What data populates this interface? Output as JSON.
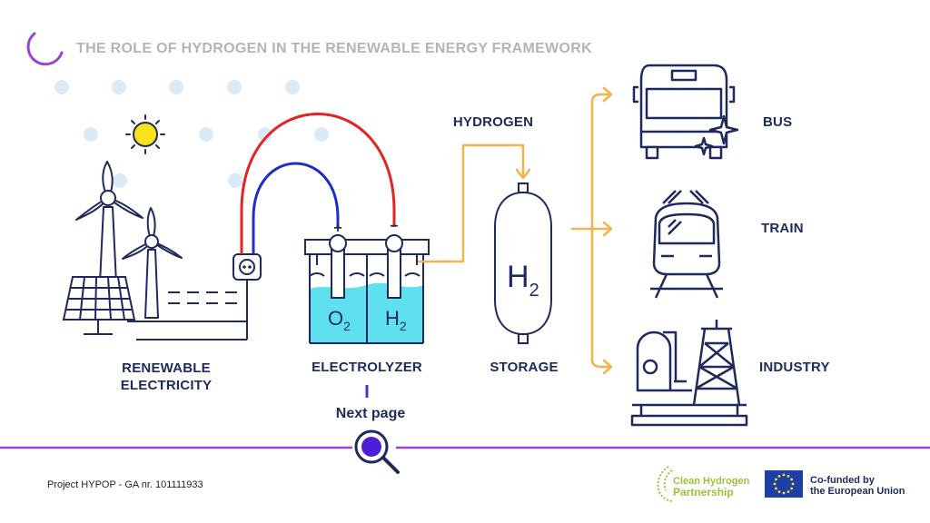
{
  "header": {
    "title": "THE ROLE OF HYDROGEN IN THE RENEWABLE ENERGY FRAMEWORK"
  },
  "labels": {
    "renewable_line1": "RENEWABLE",
    "renewable_line2": "ELECTRICITY",
    "electrolyzer": "ELECTROLYZER",
    "storage": "STORAGE",
    "hydrogen": "HYDROGEN",
    "bus": "BUS",
    "train": "TRAIN",
    "industry": "INDUSTRY",
    "plus": "+",
    "minus": "−",
    "o2": "O",
    "o2_sub": "2",
    "h2": "H",
    "h2_sub": "2",
    "tank_h": "H",
    "tank_sub": "2"
  },
  "nav": {
    "next_page": "Next page"
  },
  "footer": {
    "project": "Project HYPOP - GA nr. 101111933",
    "partner_line1": "Clean Hydrogen",
    "partner_line2": "Partnership",
    "eu_line1": "Co-funded by",
    "eu_line2": "the European Union"
  },
  "colors": {
    "navy": "#1f2a5c",
    "red_wire": "#e32420",
    "blue_wire": "#1d2fc4",
    "flow_orange": "#f3b34a",
    "water": "#5fe0ee",
    "sun": "#f7e21b",
    "dots": "#dbeaf7",
    "accent_purple": "#9a3fd8",
    "title_grey": "#b4b4b4"
  }
}
